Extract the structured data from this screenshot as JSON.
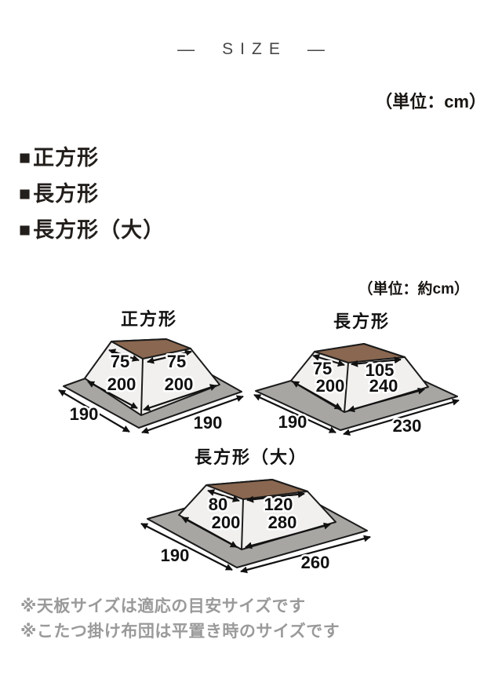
{
  "header": {
    "dash_left": "—",
    "title": "SIZE",
    "dash_right": "—"
  },
  "unit_note_top": "（単位：cm）",
  "size_list": {
    "items": [
      {
        "bullet": "■",
        "label": "正方形"
      },
      {
        "bullet": "■",
        "label": "長方形"
      },
      {
        "bullet": "■",
        "label": "長方形（大）"
      }
    ]
  },
  "unit_note_diagram": "（単位：約cm）",
  "diagrams": [
    {
      "title": "正方形",
      "top_depth": "75",
      "top_width": "75",
      "futon_depth": "200",
      "futon_width": "200",
      "rug_depth": "190",
      "rug_width": "190"
    },
    {
      "title": "長方形",
      "top_depth": "75",
      "top_width": "105",
      "futon_depth": "200",
      "futon_width": "240",
      "rug_depth": "190",
      "rug_width": "230"
    },
    {
      "title": "長方形（大）",
      "top_depth": "80",
      "top_width": "120",
      "futon_depth": "200",
      "futon_width": "280",
      "rug_depth": "190",
      "rug_width": "260"
    }
  ],
  "colors": {
    "tabletop_brown": "#8a6750",
    "futon_light": "#f1f0ee",
    "rug_gray": "#a8a6a3",
    "outline": "#1b1b1b",
    "note_gray": "#9a9a9a"
  },
  "footnotes": [
    "※天板サイズは適応の目安サイズです",
    "※こたつ掛け布団は平置き時のサイズです"
  ]
}
